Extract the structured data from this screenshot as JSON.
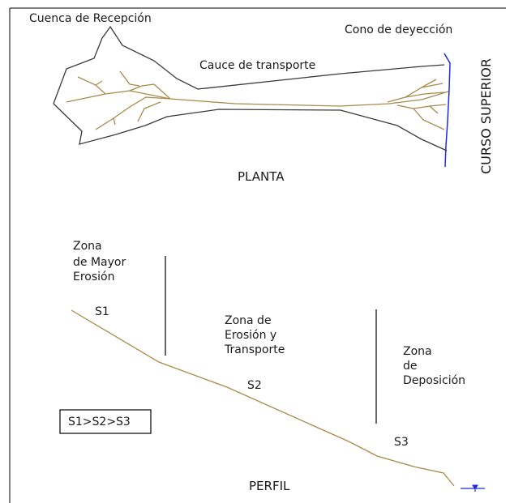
{
  "labels": {
    "cuenca": "Cuenca de Recepción",
    "cono": "Cono de deyección",
    "cauce": "Cauce de transporte",
    "curso_superior": "CURSO SUPERIOR",
    "planta": "PLANTA",
    "zona_mayor": [
      "Zona",
      "de Mayor",
      "Erosión"
    ],
    "zona_erosion_transporte": [
      "Zona de",
      "Erosión y",
      "Transporte"
    ],
    "zona_deposicion": [
      "Zona",
      "de",
      "Deposición"
    ],
    "s1": "S1",
    "s2": "S2",
    "s3": "S3",
    "formula": "S1>S2>S3",
    "perfil": "PERFIL"
  },
  "colors": {
    "outline": "#3a3a3a",
    "river": "#a88a4a",
    "blue": "#1f2ad6",
    "text": "#1a1a1a"
  },
  "icons": {
    "water_level": "water-level-icon"
  }
}
